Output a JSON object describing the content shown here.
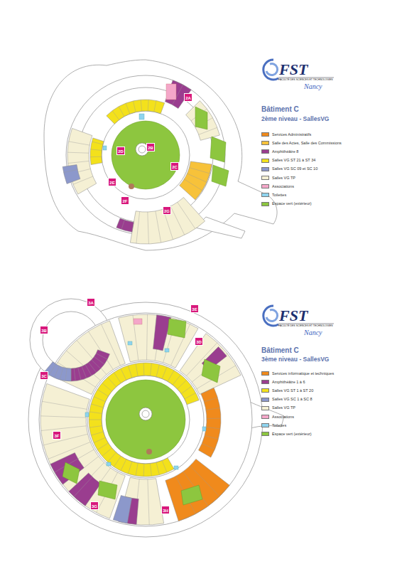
{
  "diagram": {
    "labels": [
      "FST",
      "FACULTÉ DES SCIENCES ET TECHNOLOGIES",
      "Nancy",
      "Bâtiment C",
      "2ème niveau - SallesVG",
      "2A",
      "2B",
      "2C",
      "2D",
      "2E",
      "2F",
      "2G",
      "FST",
      "FACULTÉ DES SCIENCES ET TECHNOLOGIES",
      "Nancy",
      "Bâtiment C",
      "3ème niveau - SallesVG",
      "3A",
      "3B",
      "3C",
      "3D",
      "3E",
      "3F",
      "3G",
      "3H"
    ],
    "legend": [
      {
        "text": "Services Administratifs",
        "color": "#f08a1c"
      },
      {
        "text": "Salle des Actes, Salle des Commissions",
        "color": "#f7c23a"
      },
      {
        "text": "Amphithéâtre 8",
        "color": "#9a3d8f"
      },
      {
        "text": "Salles VG ST 21 à ST 34",
        "color": "#f3e11c"
      },
      {
        "text": "Salles VG SC 09 et SC 10",
        "color": "#8c98cb"
      },
      {
        "text": "Salles VG TP",
        "color": "#f5f0d4"
      },
      {
        "text": "Associations",
        "color": "#f4a7c9"
      },
      {
        "text": "Toilettes",
        "color": "#8fd4ef"
      },
      {
        "text": "Espace vert (extérieur)",
        "color": "#8dc63f"
      },
      {
        "text": "Services informatique et techniques",
        "color": "#f08a1c"
      },
      {
        "text": "Amphithéâtre 1 à 6",
        "color": "#9a3d8f"
      },
      {
        "text": "Salles VG ST 1 à ST 20",
        "color": "#f3e11c"
      },
      {
        "text": "Salles VG SC 1 à SC 8",
        "color": "#8c98cb"
      },
      {
        "text": "Salles VG TP",
        "color": "#f5f0d4"
      },
      {
        "text": "Associations",
        "color": "#f4a7c9"
      },
      {
        "text": "Toilettes",
        "color": "#8fd4ef"
      },
      {
        "text": "Espace vert (extérieur)",
        "color": "#8dc63f"
      }
    ]
  }
}
